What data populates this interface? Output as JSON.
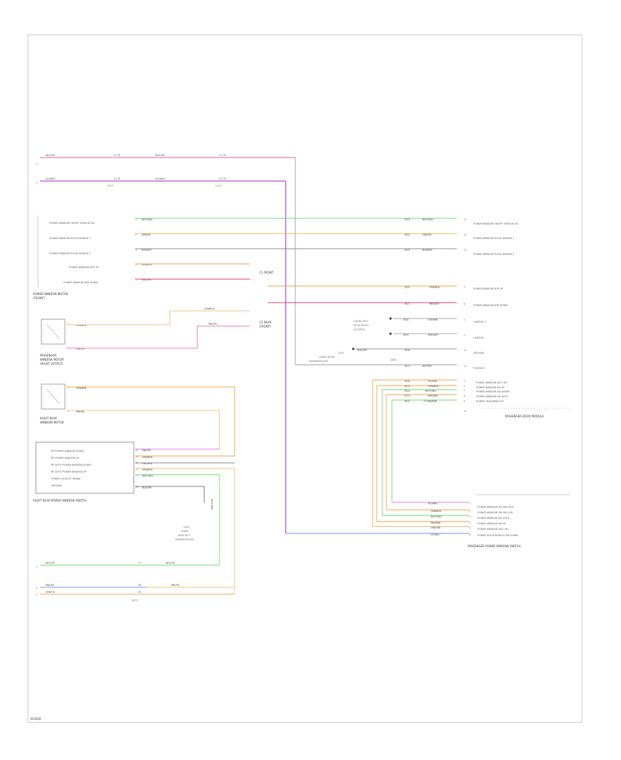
{
  "diagram": {
    "footer_code": "W1DQ0",
    "colors": {
      "pink": "#f26b8a",
      "violet": "#a040c0",
      "green": "#58c858",
      "orange": "#f2a24a",
      "gray": "#8a8a8a",
      "blue": "#6a7fe0",
      "red": "#e23a64",
      "tan": "#d9b26a",
      "lightgreen": "#8fe08f"
    },
    "left_sources": {
      "top1": {
        "pin": "1",
        "wire_label": "WHT/YEL",
        "splice": "S1 TP",
        "mid_label": "WHT/YEL",
        "end_label": "C1 TP"
      },
      "top2": {
        "pin": "2",
        "wire_label": "VIO/WHT",
        "splice": "C2 TP",
        "mid_label": "VIO/WHT",
        "end_label": "C2 TP",
        "sub": "C2/C3"
      },
      "bot1": {
        "pin": "1",
        "wire_label": "WHT/YEL",
        "splice": "C7",
        "mid_label": "WHT/YEL"
      },
      "bot2": {
        "pin": "2",
        "wire_label": "PNK/YEL",
        "splice": "C8",
        "mid_label": "PNK/YEL"
      },
      "bot3": {
        "pin": "3",
        "wire_label": "ORN/YEL",
        "splice": "C9",
        "sub": "C2/C3"
      }
    },
    "power_window_motor": {
      "title_line1": "POWER WINDOW MOTOR",
      "title_line2": "(FRONT)",
      "pins": [
        {
          "label": "POWER WINDOW ON/OFF SENSOR SIG",
          "pin": "1",
          "wire": "WHT/GRN"
        },
        {
          "label": "POWER WINDOW PULSE SENSOR 1",
          "pin": "2",
          "wire": "ORN/YEL"
        },
        {
          "label": "POWER WINDOW PULSE SENSOR 2",
          "pin": "3",
          "wire": "BLK/WHT"
        },
        {
          "label": "POWER WINDOW MTR UP",
          "pin": "4",
          "wire": "ORN/BRN"
        },
        {
          "label": "POWER WINDOW MTR DOWN",
          "pin": "5",
          "wire": "PNK/WHT"
        }
      ]
    },
    "junction_labels": {
      "upper": "C1 FRONT",
      "lower": "C2 REAR",
      "lower2": "(FRONT)"
    },
    "right_wires": [
      {
        "splice": "3025",
        "wire": "WHT/GRN",
        "pin": "11",
        "label": "POWER WINDOW ON/OFF SENSOR SIG"
      },
      {
        "splice": "3024",
        "wire": "ORN/YEL",
        "pin": "12",
        "label": "POWER WINDOW PULSE SENSOR 1"
      },
      {
        "splice": "3023",
        "wire": "BLK/WHT",
        "pin": "13",
        "label": "POWER WINDOW PULSE SENSOR 2"
      },
      {
        "splice": "3022",
        "wire": "ORN/BRN",
        "pin": "5",
        "label": "POWER WINDOW MTR UP"
      },
      {
        "splice": "3021",
        "wire": "PNK/WHT",
        "pin": "6",
        "label": "POWER WINDOW MTR DOWN"
      }
    ],
    "comm_lines": {
      "note": "CAN B/C BUS\nSPLICE BLOCK\n(LOCATED)",
      "rows": [
        {
          "splice": "3020",
          "wire": "GRY/BRN",
          "pin": "1",
          "label": "CAN BUS +"
        },
        {
          "splice": "3019",
          "wire": "GRY/WHT",
          "pin": "2",
          "label": "CAN BUS -"
        },
        {
          "splice": "3018",
          "wire": "BLK/GRY",
          "pin": "14",
          "label": "GROUND"
        }
      ],
      "ground_note": "G301\nLOWER FRONT\nPASSENGER SIDE"
    },
    "fuse_line": {
      "splice": "3017",
      "wire": "WHT/YEL",
      "pin": "15",
      "label": "FUSED B+",
      "near": "G301"
    },
    "module_pins": [
      {
        "splice": "3016",
        "wire": "VIO/TAN",
        "pin": "3",
        "label": "POWER WINDOW SW 1 RH"
      },
      {
        "splice": "3015",
        "wire": "ORN/BRN",
        "pin": "4",
        "label": "POWER WINDOW SW UP"
      },
      {
        "splice": "3014",
        "wire": "WHT/GRN",
        "pin": "7",
        "label": "POWER WINDOW SW DOWN"
      },
      {
        "splice": "3013",
        "wire": "PNK/BRN",
        "pin": "8",
        "label": "POWER WINDOW SW AUTO"
      },
      {
        "splice": "3012",
        "wire": "LT GRN/BRN",
        "pin": "9",
        "label": "POWER SEAT/WIND EST"
      },
      {
        "splice": "",
        "wire": "",
        "pin": "10",
        "label": ""
      }
    ],
    "module_title": "PASSENGER DOOR MODULE",
    "pw_switch_left": {
      "title_line1": "PASSENGER",
      "title_line2": "WINDOW MOTOR",
      "title_line3": "(RIGHT OUTPUT)",
      "wire1": "ORN/BRN",
      "wire2": "PNK/YEL",
      "pin1": "1",
      "pin2": "2",
      "mid_wire1": "ORN/BRN",
      "mid_wire2": "PNK/YEL"
    },
    "rear_window_switch": {
      "title_line1": "RIGHT REAR",
      "title_line2": "WINDOW MOTOR",
      "wire1": "ORN/BRN",
      "wire2": "PNK/YEL",
      "pin1": "1",
      "pin2": "2"
    },
    "rear_switch_box": {
      "title": "RIGHT REAR POWER WINDOW SWITCH",
      "rows": [
        {
          "label": "RR POWER WINDOW DOWN",
          "pin": "11",
          "wire": "PNK/YEL"
        },
        {
          "label": "RR POWER WINDOW UP",
          "pin": "12",
          "wire": "ORN/BRN"
        },
        {
          "label": "RR AUTO POWER WINDOW DOWN",
          "pin": "13",
          "wire": "PNK/BRN"
        },
        {
          "label": "RR AUTO POWER WINDOW UP",
          "pin": "14",
          "wire": "ORN/BRN"
        },
        {
          "label": "POWER LOCKOUT SIGNAL",
          "pin": "15",
          "wire": "WHT/GRN"
        },
        {
          "label": "GROUND",
          "pin": "16",
          "wire": "BLK/GRY"
        }
      ]
    },
    "rear_ground_note": "G302\nLOWER\nREAR LEFT\nPASSENGER SIDE",
    "vertical_tag": "WHT/BRN",
    "switch_group": {
      "title": "PASSENGER POWER WINDOW SWITCH",
      "rows": [
        {
          "wire": "VIO/BRN",
          "pin": "1",
          "label": "POWER WINDOW SW SW HIGH"
        },
        {
          "wire": "ORN/BRN",
          "pin": "2",
          "label": "POWER WINDOW SW SW LOW"
        },
        {
          "wire": "WHT/GRN",
          "pin": "3",
          "label": "POWER WINDOW SW AUTO"
        },
        {
          "wire": "PNK/BRN",
          "pin": "4",
          "label": "POWER WINDOW SW UP"
        },
        {
          "wire": "ORN/TAN",
          "pin": "5",
          "label": "POWER WINDOW SW 1 RH"
        },
        {
          "wire": "VIO/BLU",
          "pin": "6",
          "label": "POWER DOOR MODULE SW DOWN"
        }
      ]
    }
  }
}
